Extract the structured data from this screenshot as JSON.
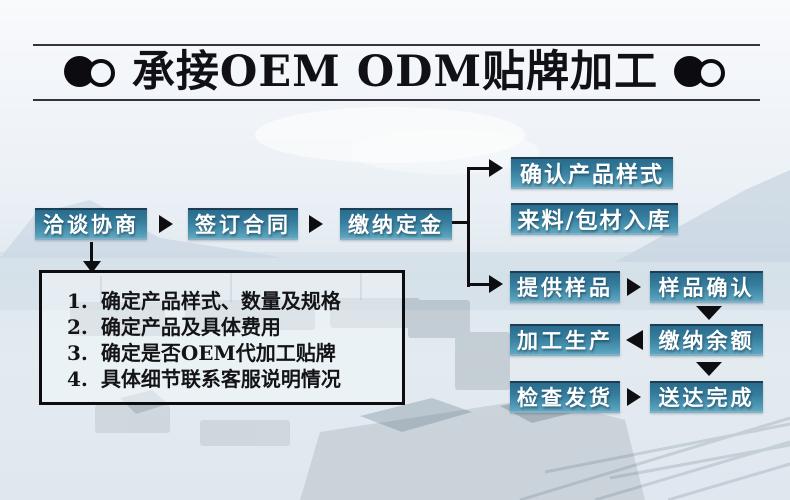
{
  "title": {
    "text": "承接OEM ODM贴牌加工"
  },
  "flow": {
    "steps": [
      {
        "label": "洽谈协商"
      },
      {
        "label": "签订合同"
      },
      {
        "label": "缴纳定金"
      }
    ],
    "branches": [
      {
        "label": "确认产品样式"
      },
      {
        "label": "来料/包材入库"
      }
    ],
    "pairs": [
      {
        "left": "提供样品",
        "right": "样品确认"
      },
      {
        "left": "加工生产",
        "right": "缴纳余额"
      },
      {
        "left": "检查发货",
        "right": "送达完成"
      }
    ]
  },
  "notes": {
    "items": [
      {
        "num": "1.",
        "text": "确定产品样式、数量及规格"
      },
      {
        "num": "2.",
        "text": "确定产品及具体费用"
      },
      {
        "num": "3.",
        "text": "确定是否OEM代加工贴牌"
      },
      {
        "num": "4.",
        "text": "具体细节联系客服说明情况"
      }
    ]
  },
  "colors": {
    "box_gradient_top": "#2a6b8c",
    "box_gradient_bottom": "#60a9c2",
    "box_border_top": "#1b3e55",
    "box_text": "#ffffff",
    "arrow_black": "#0e0e10",
    "title_text": "#101016",
    "background_light": "#eaf0f5"
  }
}
